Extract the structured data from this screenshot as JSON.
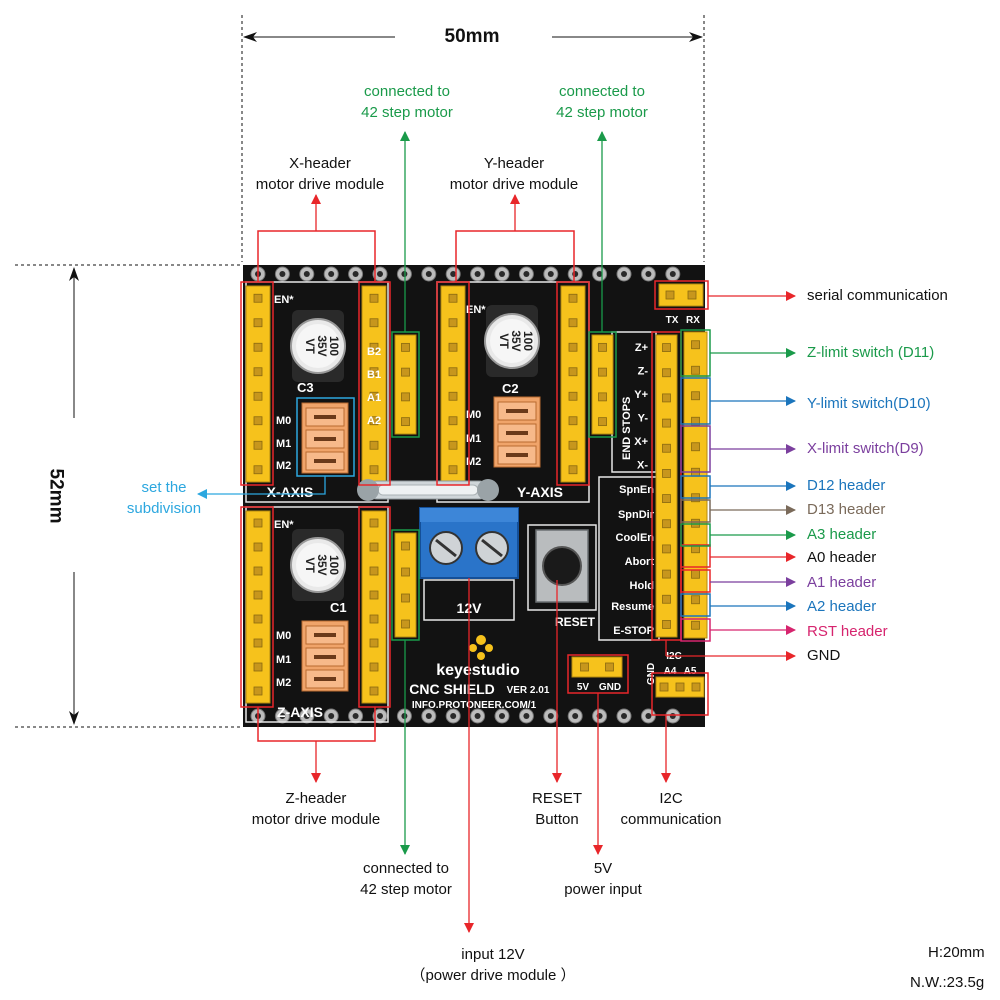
{
  "dimensions": {
    "width": "50mm",
    "height": "52mm"
  },
  "board": {
    "brand": "keyestudio",
    "title": "CNC SHIELD",
    "version": "VER 2.01",
    "url": "INFO.PROTONEER.COM/1",
    "axis_labels": [
      "X-AXIS",
      "Y-AXIS",
      "Z-AXIS"
    ],
    "enable_label": "EN*",
    "capacitor_lines": [
      "100",
      "35V",
      "VT"
    ],
    "cap_refs": [
      "C3",
      "C2",
      "C1"
    ],
    "microstep_labels": [
      "M0",
      "M1",
      "M2"
    ],
    "microstep_labels_y": [
      "M0",
      "M1",
      "M2"
    ],
    "coil_labels": [
      "B2",
      "B1",
      "A1",
      "A2"
    ],
    "end_stops_label": "END STOPS",
    "endstop_pins": [
      "Z+",
      "Z-",
      "Y+",
      "Y-",
      "X+",
      "X-"
    ],
    "pin_labels": [
      "SpnEn",
      "SpnDir",
      "CoolEn",
      "Abort",
      "Hold",
      "Resume",
      "E-STOP"
    ],
    "terminal_label": "12V",
    "reset_label": "RESET",
    "serial_pins": [
      "TX",
      "RX"
    ],
    "power_pins": [
      "5V",
      "GND"
    ],
    "i2c_title": "I2C",
    "i2c_pins": [
      "GND",
      "A4",
      "A5"
    ]
  },
  "callouts": {
    "x_header": [
      "X-header",
      "motor drive module"
    ],
    "y_header": [
      "Y-header",
      "motor drive module"
    ],
    "z_header": [
      "Z-header",
      "motor drive module"
    ],
    "motor_top_left": [
      "connected to",
      "42 step motor"
    ],
    "motor_top_right": [
      "connected to",
      "42 step motor"
    ],
    "motor_bottom": [
      "connected to",
      "42 step motor"
    ],
    "subdivision": [
      "set the",
      "subdivision"
    ],
    "input_12v": [
      "input 12V",
      "（power drive module ）"
    ],
    "reset_button": [
      "RESET",
      "Button"
    ],
    "power_5v": [
      "5V",
      "power input"
    ],
    "i2c_comm": [
      "I2C",
      "communication"
    ]
  },
  "right_labels": [
    {
      "text": "serial communication",
      "color": "#111111"
    },
    {
      "text": "Z-limit switch (D11)",
      "color": "#1a9a4a"
    },
    {
      "text": "Y-limit switch(D10)",
      "color": "#1b75bc"
    },
    {
      "text": "X-limit switch(D9)",
      "color": "#7b3f9e"
    },
    {
      "text": "D12  header",
      "color": "#1b75bc"
    },
    {
      "text": "D13 header",
      "color": "#7a6a5a"
    },
    {
      "text": "A3 header",
      "color": "#1a9a4a"
    },
    {
      "text": "A0 header",
      "color": "#111111"
    },
    {
      "text": "A1 header",
      "color": "#7b3f9e"
    },
    {
      "text": "A2 header",
      "color": "#1b75bc"
    },
    {
      "text": "RST header",
      "color": "#d6246e"
    },
    {
      "text": "GND",
      "color": "#111111"
    }
  ],
  "specs": {
    "height": "H:20mm",
    "weight": "N.W.:23.5g"
  },
  "colors": {
    "board": "#121212",
    "header": "#f6c21c",
    "pin": "#c7961d",
    "red": "#e8262a",
    "green": "#1a9a4a",
    "blue": "#1b75bc",
    "light_blue": "#2ca7df",
    "purple": "#7b3f9e",
    "pink": "#d6246e",
    "terminal": "#2a74c9",
    "jumper": "#f0a46a"
  }
}
